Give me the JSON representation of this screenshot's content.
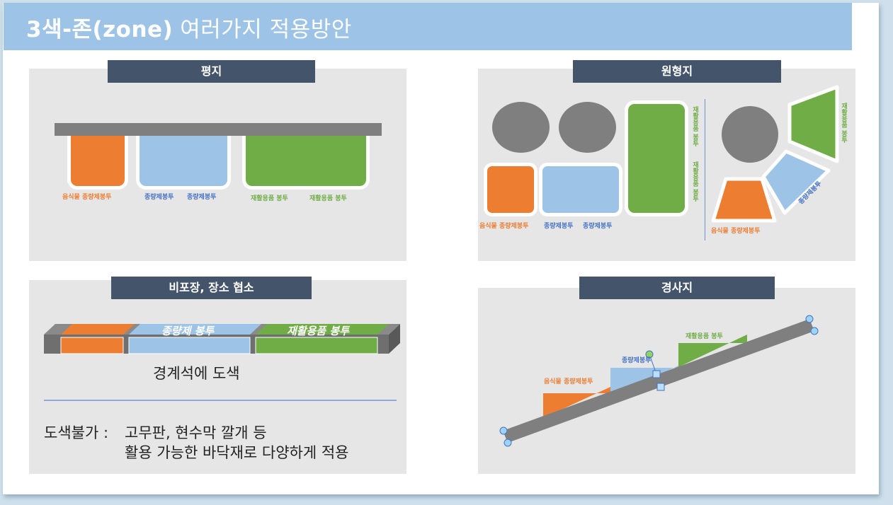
{
  "title": {
    "bold": "3색-존(zone)",
    "light": "여러가지 적용방안"
  },
  "colors": {
    "orange": "#ed7d31",
    "blue": "#9dc3e6",
    "green": "#70ad47",
    "gray": "#7f7f7f",
    "header": "#44546a",
    "panel": "#e7e6e6"
  },
  "panels": {
    "flat": {
      "header": "평지",
      "labels": {
        "food": "음식물 종량제봉투",
        "general1": "종량제봉투",
        "general2": "종량제봉투",
        "recycle1": "재활용품 봉투",
        "recycle2": "재활용품 봉투"
      }
    },
    "circular": {
      "header": "원형지",
      "left": {
        "food": "음식물 종량제봉투",
        "general1": "종량제봉투",
        "general2": "종량제봉투",
        "recycle1": "재활용품 봉투",
        "recycle2": "재활용품 봉투"
      },
      "right": {
        "food": "음식물 종량제봉투",
        "general": "종량제봉투",
        "recycle": "재활용품 봉투"
      }
    },
    "unpaved": {
      "header": "비포장, 장소 협소",
      "strip_labels": {
        "general": "종량제 봉투",
        "recycle": "재활용품 봉투"
      },
      "caption": "경계석에 도색",
      "note_label": "도색불가 :",
      "note_line1": "고무판, 현수막 깔개 등",
      "note_line2": "활용 가능한 바닥재로 다양하게 적용"
    },
    "slope": {
      "header": "경사지",
      "labels": {
        "food": "음식물 종량제봉투",
        "general": "종량제봉투",
        "recycle": "재활용품 봉투"
      }
    }
  }
}
